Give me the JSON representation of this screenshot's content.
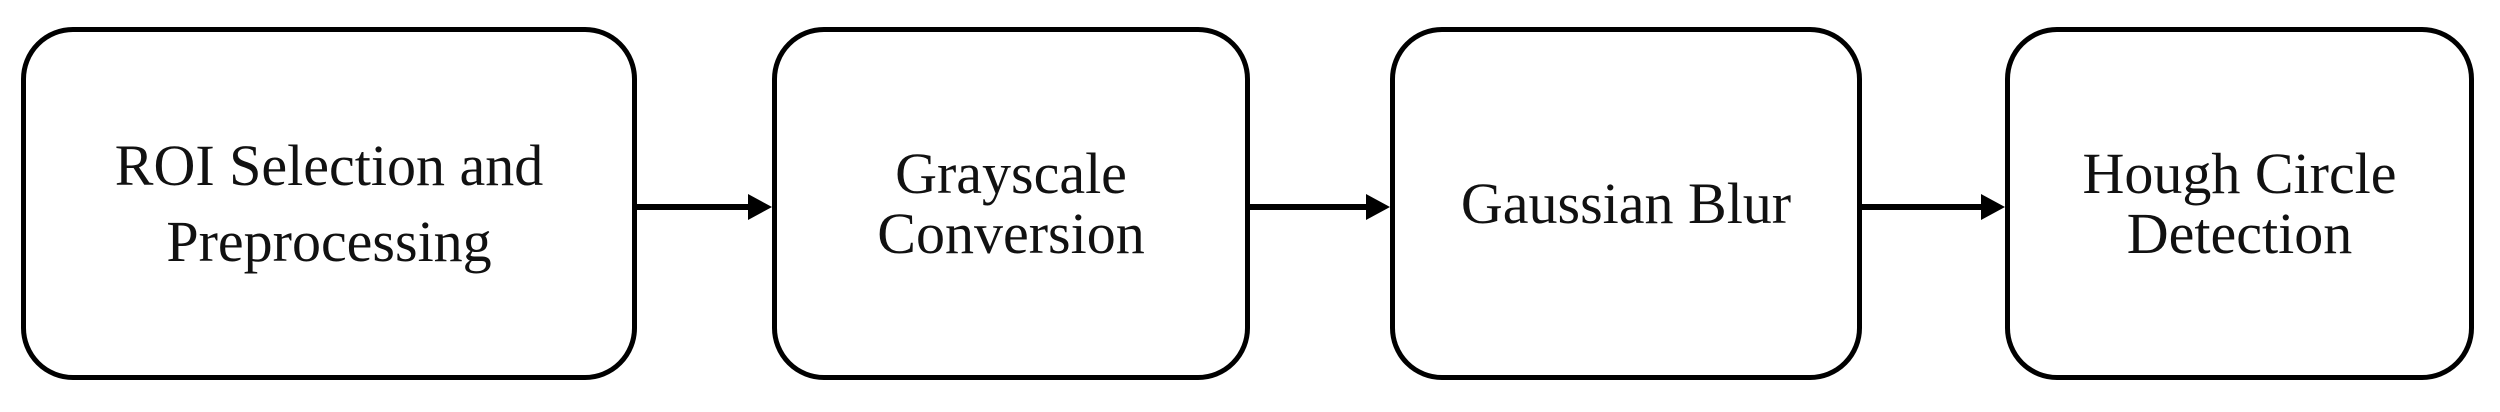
{
  "flowchart": {
    "steps": [
      {
        "id": "roi-selection-and-preprocessing",
        "lines": [
          "ROI Selection and",
          "Preprocessing"
        ]
      },
      {
        "id": "grayscale-conversion",
        "lines": [
          "Grayscale",
          "Conversion"
        ]
      },
      {
        "id": "gaussian-blur",
        "lines": [
          "Gaussian Blur"
        ]
      },
      {
        "id": "hough-circle-detection",
        "lines": [
          "Hough Circle",
          "Detection"
        ]
      }
    ],
    "connections": [
      {
        "from": "roi-selection-and-preprocessing",
        "to": "grayscale-conversion"
      },
      {
        "from": "grayscale-conversion",
        "to": "gaussian-blur"
      },
      {
        "from": "gaussian-blur",
        "to": "hough-circle-detection"
      }
    ]
  },
  "colors": {
    "background": "#ffffff",
    "box_border": "#000000",
    "text": "#111111",
    "arrow": "#000000"
  }
}
